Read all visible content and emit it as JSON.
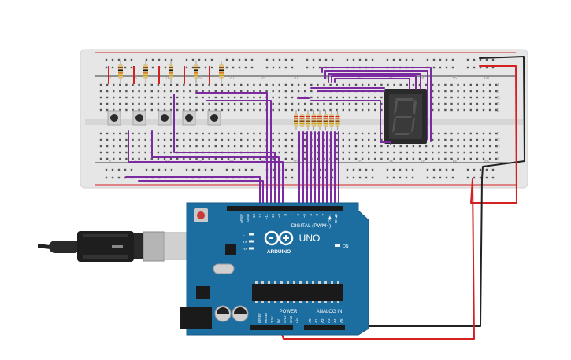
{
  "breadboard": {
    "column_numbers_top": [
      "1",
      "5",
      "10",
      "15",
      "20",
      "25",
      "30",
      "35",
      "40",
      "45",
      "50",
      "55",
      "60"
    ],
    "column_numbers_bottom": [
      "1",
      "5",
      "10",
      "15",
      "20",
      "25",
      "30",
      "35",
      "40",
      "45",
      "50",
      "55",
      "60"
    ],
    "row_letters_top": [
      "A",
      "B",
      "C",
      "D",
      "E"
    ],
    "row_letters_bottom": [
      "F",
      "G",
      "H",
      "I",
      "J"
    ]
  },
  "seven_segment": {
    "digit": "8"
  },
  "arduino": {
    "brand": "ARDUINO",
    "model": "UNO",
    "digital_label": "DIGITAL (PWM~)",
    "power_label": "POWER",
    "analog_label": "ANALOG IN",
    "on_label": "ON",
    "led_labels": [
      "L",
      "TX",
      "RX"
    ],
    "digital_pins": [
      "AREF",
      "GND",
      "13",
      "12",
      "~11",
      "~10",
      "~9",
      "8",
      "7",
      "~6",
      "~5",
      "4",
      "~3",
      "2",
      "TX▶1",
      "RX◀0"
    ],
    "power_pins": [
      "IOREF",
      "RESET",
      "3.3V",
      "5V",
      "GND",
      "GND",
      "Vin"
    ],
    "analog_pins": [
      "A0",
      "A1",
      "A2",
      "A3",
      "A4",
      "A5"
    ]
  },
  "colors": {
    "breadboard": "#e6e6e6",
    "rail_red": "#d42020",
    "rail_black": "#222222",
    "wire_purple": "#7b2aa0",
    "wire_red": "#d42020",
    "wire_black": "#222222",
    "arduino_blue": "#1d6ea0",
    "segment_off": "#3a3a3a",
    "display_body": "#2a2a2a"
  },
  "icons": {
    "arduino_logo": "infinity-logo-icon",
    "usb_cable": "usb-b-plug-icon"
  }
}
